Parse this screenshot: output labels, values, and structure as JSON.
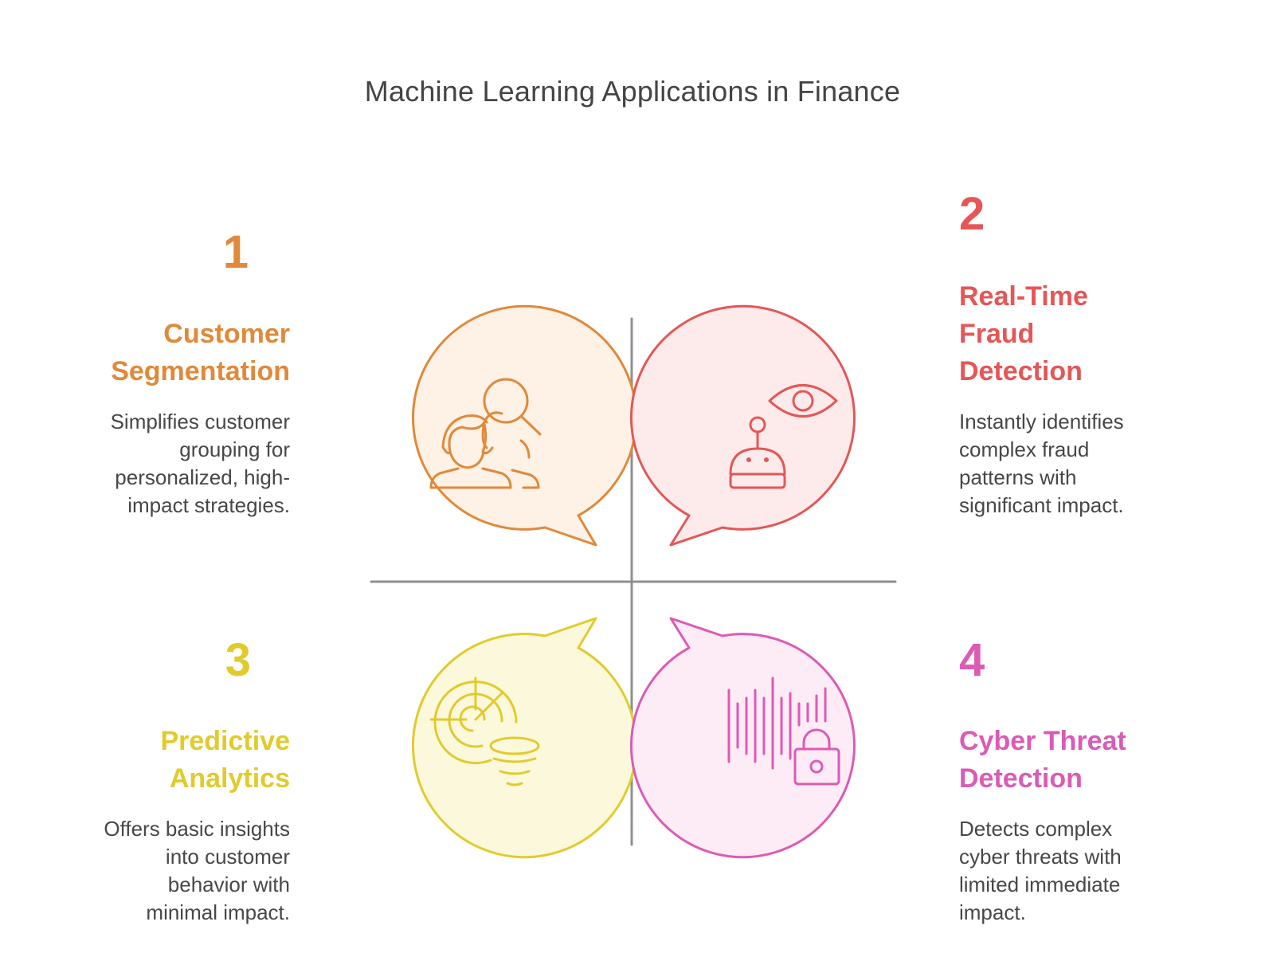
{
  "title": "Machine Learning Applications in Finance",
  "colors": {
    "orange": "#E0893A",
    "red": "#E55656",
    "yellow": "#E1CB2C",
    "pink": "#DB5BB5",
    "axis": "#8f8f8f"
  },
  "quadrants": [
    {
      "number": "1",
      "heading_lines": [
        "Customer",
        "Segmentation"
      ],
      "description_lines": [
        "Simplifies customer",
        "grouping for",
        "personalized, high-",
        "impact strategies."
      ],
      "icon": "customer-search-icon"
    },
    {
      "number": "2",
      "heading_lines": [
        "Real-Time",
        "Fraud",
        "Detection"
      ],
      "description_lines": [
        "Instantly identifies",
        "complex fraud",
        "patterns with",
        "significant impact."
      ],
      "icon": "robot-eye-icon"
    },
    {
      "number": "3",
      "heading_lines": [
        "Predictive",
        "Analytics"
      ],
      "description_lines": [
        "Offers basic insights",
        "into customer",
        "behavior with",
        "minimal impact."
      ],
      "icon": "radar-tornado-icon"
    },
    {
      "number": "4",
      "heading_lines": [
        "Cyber Threat",
        "Detection"
      ],
      "description_lines": [
        "Detects complex",
        "cyber threats with",
        "limited immediate",
        "impact."
      ],
      "icon": "soundwave-lock-icon"
    }
  ]
}
